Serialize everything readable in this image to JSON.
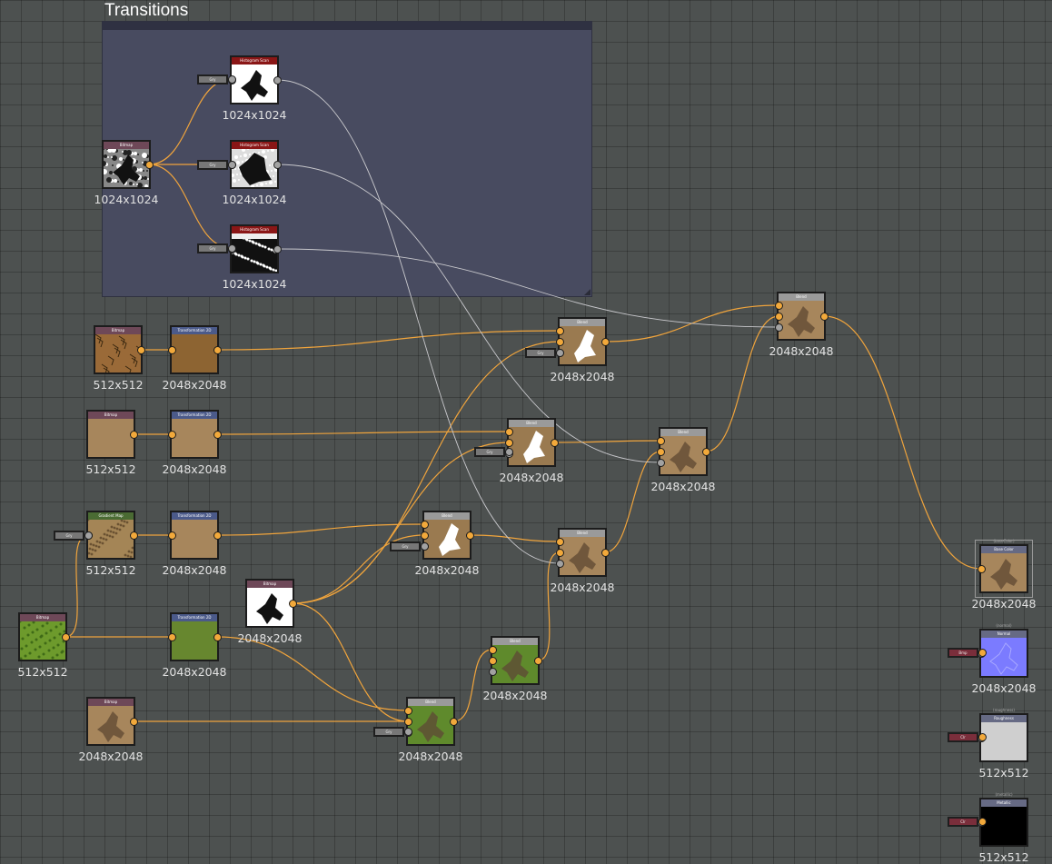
{
  "frame": {
    "title": "Transitions"
  },
  "nodes": [
    {
      "id": "bm1",
      "title": "Bitmap",
      "res": "1024x1024",
      "head": "#6e4858",
      "thumb": "noise"
    },
    {
      "id": "hs1",
      "title": "Histogram Scan",
      "res": "1024x1024",
      "head": "#8a1616",
      "thumb": "mask-white"
    },
    {
      "id": "hs2",
      "title": "Histogram Scan",
      "res": "1024x1024",
      "head": "#8a1616",
      "thumb": "noise2"
    },
    {
      "id": "hs3",
      "title": "Histogram Scan",
      "res": "1024x1024",
      "head": "#8a1616",
      "thumb": "noise3"
    },
    {
      "id": "bm2",
      "title": "Bitmap",
      "res": "512x512",
      "head": "#6e4858",
      "thumb": "cracked"
    },
    {
      "id": "tf1",
      "title": "Transformation 2D",
      "res": "2048x2048",
      "head": "#4b5a8a",
      "thumb": "brown-dark"
    },
    {
      "id": "bm3",
      "title": "Bitmap",
      "res": "512x512",
      "head": "#6e4858",
      "thumb": "sand"
    },
    {
      "id": "tf2",
      "title": "Transformation 2D",
      "res": "2048x2048",
      "head": "#4b5a8a",
      "thumb": "sand"
    },
    {
      "id": "gm1",
      "title": "Gradient Map",
      "res": "512x512",
      "head": "#4a6b33",
      "thumb": "gravel"
    },
    {
      "id": "tf3",
      "title": "Transformation 2D",
      "res": "2048x2048",
      "head": "#4b5a8a",
      "thumb": "sand"
    },
    {
      "id": "bm4",
      "title": "Bitmap",
      "res": "512x512",
      "head": "#6e4858",
      "thumb": "grass"
    },
    {
      "id": "tf4",
      "title": "Transformation 2D",
      "res": "2048x2048",
      "head": "#4b5a8a",
      "thumb": "green"
    },
    {
      "id": "bm5",
      "title": "Bitmap",
      "res": "2048x2048",
      "head": "#6e4858",
      "thumb": "mask-white"
    },
    {
      "id": "bm6",
      "title": "Bitmap",
      "res": "2048x2048",
      "head": "#6e4858",
      "thumb": "sand-mark"
    },
    {
      "id": "bl1",
      "title": "Blend",
      "res": "2048x2048",
      "head": "#9a9a9a",
      "thumb": "blend-white"
    },
    {
      "id": "bl2",
      "title": "Blend",
      "res": "2048x2048",
      "head": "#9a9a9a",
      "thumb": "blend-white"
    },
    {
      "id": "bl3",
      "title": "Blend",
      "res": "2048x2048",
      "head": "#9a9a9a",
      "thumb": "blend-white"
    },
    {
      "id": "bl4",
      "title": "Blend",
      "res": "2048x2048",
      "head": "#9a9a9a",
      "thumb": "sand-mark"
    },
    {
      "id": "bl5",
      "title": "Blend",
      "res": "2048x2048",
      "head": "#9a9a9a",
      "thumb": "sand-mark"
    },
    {
      "id": "bl6",
      "title": "Blend",
      "res": "2048x2048",
      "head": "#9a9a9a",
      "thumb": "green-mark"
    },
    {
      "id": "bl7",
      "title": "Blend",
      "res": "2048x2048",
      "head": "#9a9a9a",
      "thumb": "green-mark"
    },
    {
      "id": "bl8",
      "title": "Blend",
      "res": "2048x2048",
      "head": "#9a9a9a",
      "thumb": "sand-mark"
    },
    {
      "id": "out1",
      "title": "Base Color",
      "res": "2048x2048",
      "head": "#666a84",
      "thumb": "sand-mark",
      "cap": "(baseColor)"
    },
    {
      "id": "out2",
      "title": "Normal",
      "res": "2048x2048",
      "head": "#666a84",
      "thumb": "normal",
      "cap": "(normal)"
    },
    {
      "id": "out3",
      "title": "Roughness",
      "res": "512x512",
      "head": "#666a84",
      "thumb": "light-gray",
      "cap": "(roughness)"
    },
    {
      "id": "out4",
      "title": "Metallic",
      "res": "512x512",
      "head": "#666a84",
      "thumb": "black",
      "cap": "(metallic)"
    }
  ],
  "tags": [
    {
      "id": "t1",
      "label": "Gry"
    },
    {
      "id": "t2",
      "label": "Gry"
    },
    {
      "id": "t3",
      "label": "Gry"
    },
    {
      "id": "t4",
      "label": "Gry"
    },
    {
      "id": "t5",
      "label": "Gry"
    },
    {
      "id": "t6",
      "label": "Gry"
    },
    {
      "id": "t7",
      "label": "Gry"
    },
    {
      "id": "t8",
      "label": "Gry"
    },
    {
      "id": "t9",
      "label": "Bmp"
    },
    {
      "id": "t10",
      "label": "Clr"
    },
    {
      "id": "t11",
      "label": "Clr"
    }
  ],
  "colors": {
    "wire_color": "#f0a43c",
    "wire_gray": "#c8c8cc",
    "canvas": "#4d5150",
    "frame": "#484b60"
  }
}
